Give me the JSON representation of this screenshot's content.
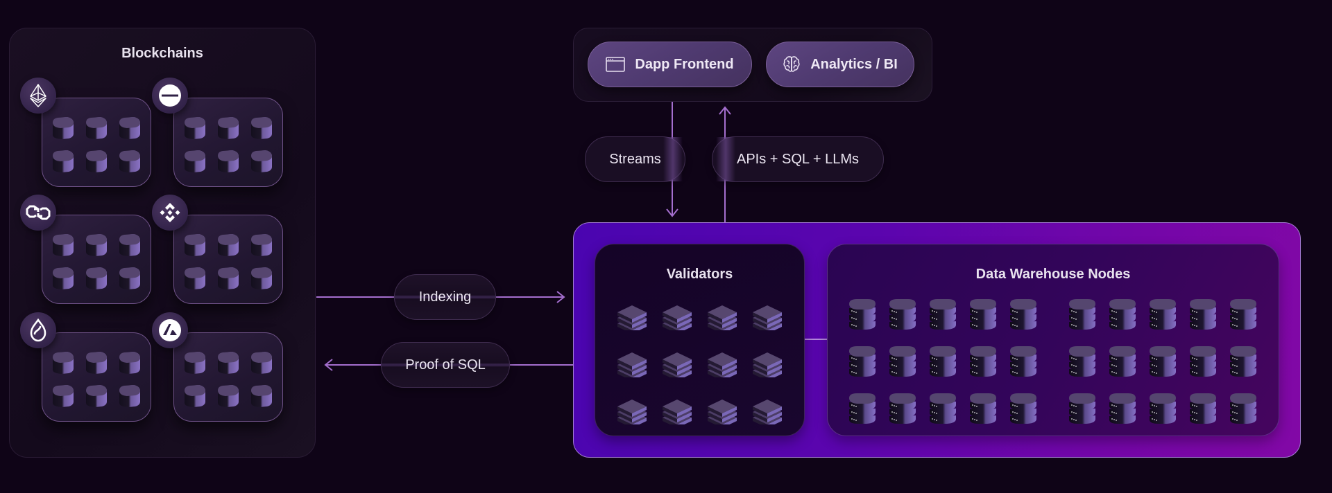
{
  "blockchains": {
    "title": "Blockchains",
    "chains": [
      {
        "name": "Ethereum",
        "icon": "ethereum-icon"
      },
      {
        "name": "Chain (minus logo)",
        "icon": "minus-circle-icon"
      },
      {
        "name": "Polygon",
        "icon": "polygon-icon"
      },
      {
        "name": "BNB Chain",
        "icon": "bnb-icon"
      },
      {
        "name": "Sui",
        "icon": "sui-drop-icon"
      },
      {
        "name": "Avalanche",
        "icon": "avalanche-icon"
      }
    ],
    "blocks_per_chain": 6
  },
  "connectors": {
    "indexing": "Indexing",
    "proof_of_sql": "Proof of SQL",
    "streams": "Streams",
    "apis": "APIs + SQL + LLMs"
  },
  "clients": {
    "dapp_frontend": {
      "label": "Dapp Frontend",
      "icon": "browser-window-icon"
    },
    "analytics": {
      "label": "Analytics / BI",
      "icon": "brain-icon"
    }
  },
  "network": {
    "validators": {
      "title": "Validators",
      "count": 12
    },
    "warehouse": {
      "title": "Data Warehouse Nodes",
      "count": 30
    }
  },
  "colors": {
    "background": "#0f0417",
    "accent_line": "#a56fcf",
    "network_gradient_start": "#4a05b0",
    "network_gradient_end": "#8208a6",
    "pill_purple": "#5d4580"
  }
}
